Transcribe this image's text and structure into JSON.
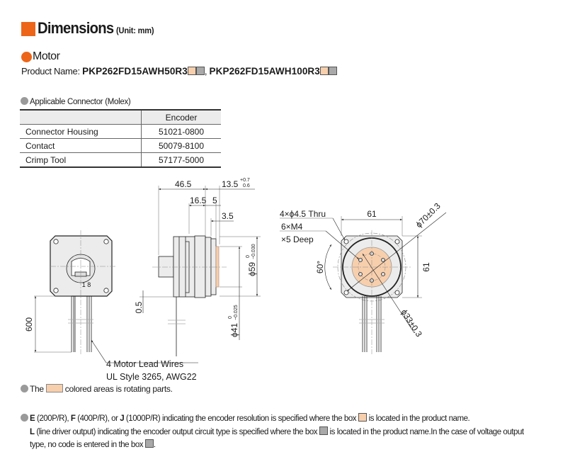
{
  "header": {
    "title": "Dimensions",
    "unit": "(Unit: mm)"
  },
  "section": {
    "title": "Motor"
  },
  "product": {
    "label": "Product Name:",
    "names": [
      "PKP262FD15AWH50R3",
      "PKP262FD15AWH100R3"
    ],
    "separator": ","
  },
  "connector": {
    "title": "Applicable Connector (Molex)",
    "header": [
      "",
      "Encoder"
    ],
    "rows": [
      {
        "item": "Connector Housing",
        "value": "51021-0800"
      },
      {
        "item": "Contact",
        "value": "50079-8100"
      },
      {
        "item": "Crimp Tool",
        "value": "57177-5000"
      }
    ]
  },
  "drawing": {
    "front": {
      "pins": "1  8",
      "lead_length": "600"
    },
    "side": {
      "len_total": "46.5",
      "len_shaft": "13.5",
      "len_shaft_tol_upper": "+0.7",
      "len_shaft_tol_lower": "0.6",
      "len_165": "16.5",
      "len_5": "5",
      "len_35": "3.5",
      "offset": "0.5",
      "dia59": "ϕ59",
      "dia59_tol_upper": "0",
      "dia59_tol_lower": "−0.030",
      "dia41": "ϕ41",
      "dia41_tol_upper": "0",
      "dia41_tol_lower": "−0.025"
    },
    "rear": {
      "holes": "4×ϕ4.5 Thru",
      "tapped": "6×M4",
      "depth": "×5 Deep",
      "width": "61",
      "height": "61",
      "angle": "60°",
      "dia70": "ϕ70±0.3",
      "dia33": "ϕ33±0.3"
    },
    "leads": {
      "line1": "4 Motor Lead Wires",
      "line2": "UL Style 3265, AWG22"
    }
  },
  "notes": {
    "rotating_pre": "The",
    "rotating_post": "colored areas is rotating parts.",
    "enc_E": "E",
    "enc_E_desc": " (200P/R), ",
    "enc_F": "F",
    "enc_F_desc": " (400P/R), or ",
    "enc_J": "J",
    "enc_J_desc": " (1000P/R) indicating the encoder resolution is specified where the box ",
    "enc_tail": " is located in the product name.",
    "out_L": "L",
    "out_desc": " (line driver output) indicating the encoder output circuit type is specified where the box ",
    "out_tail": " is located in the product name.In the case of voltage output",
    "out_line3": "type, no code is entered in the box ",
    "out_end": "."
  },
  "colors": {
    "accent": "#ec6519",
    "rotating": "#f7cfad",
    "code_box": "#a9a9a9"
  }
}
